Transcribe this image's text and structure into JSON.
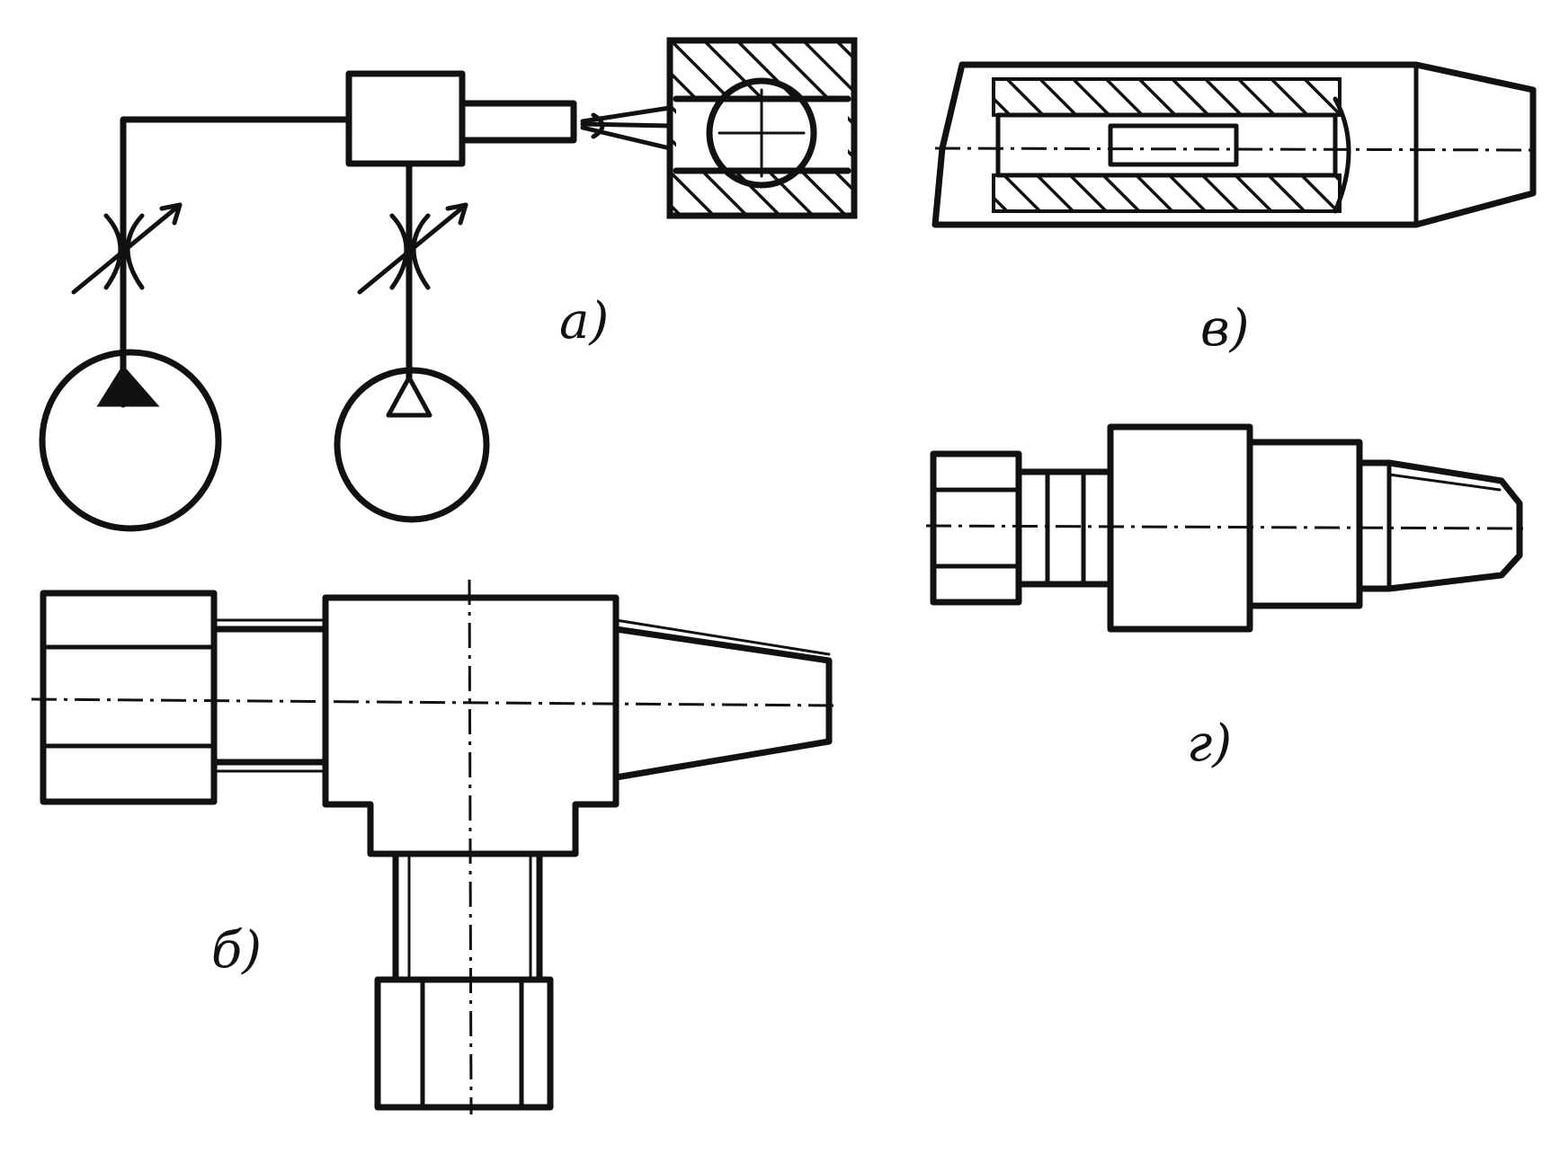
{
  "figure": {
    "colors": {
      "ink": "#111111",
      "paper": "#ffffff"
    },
    "labels": {
      "a": "а)",
      "b": "б)",
      "v": "в)",
      "g": "г)"
    }
  }
}
